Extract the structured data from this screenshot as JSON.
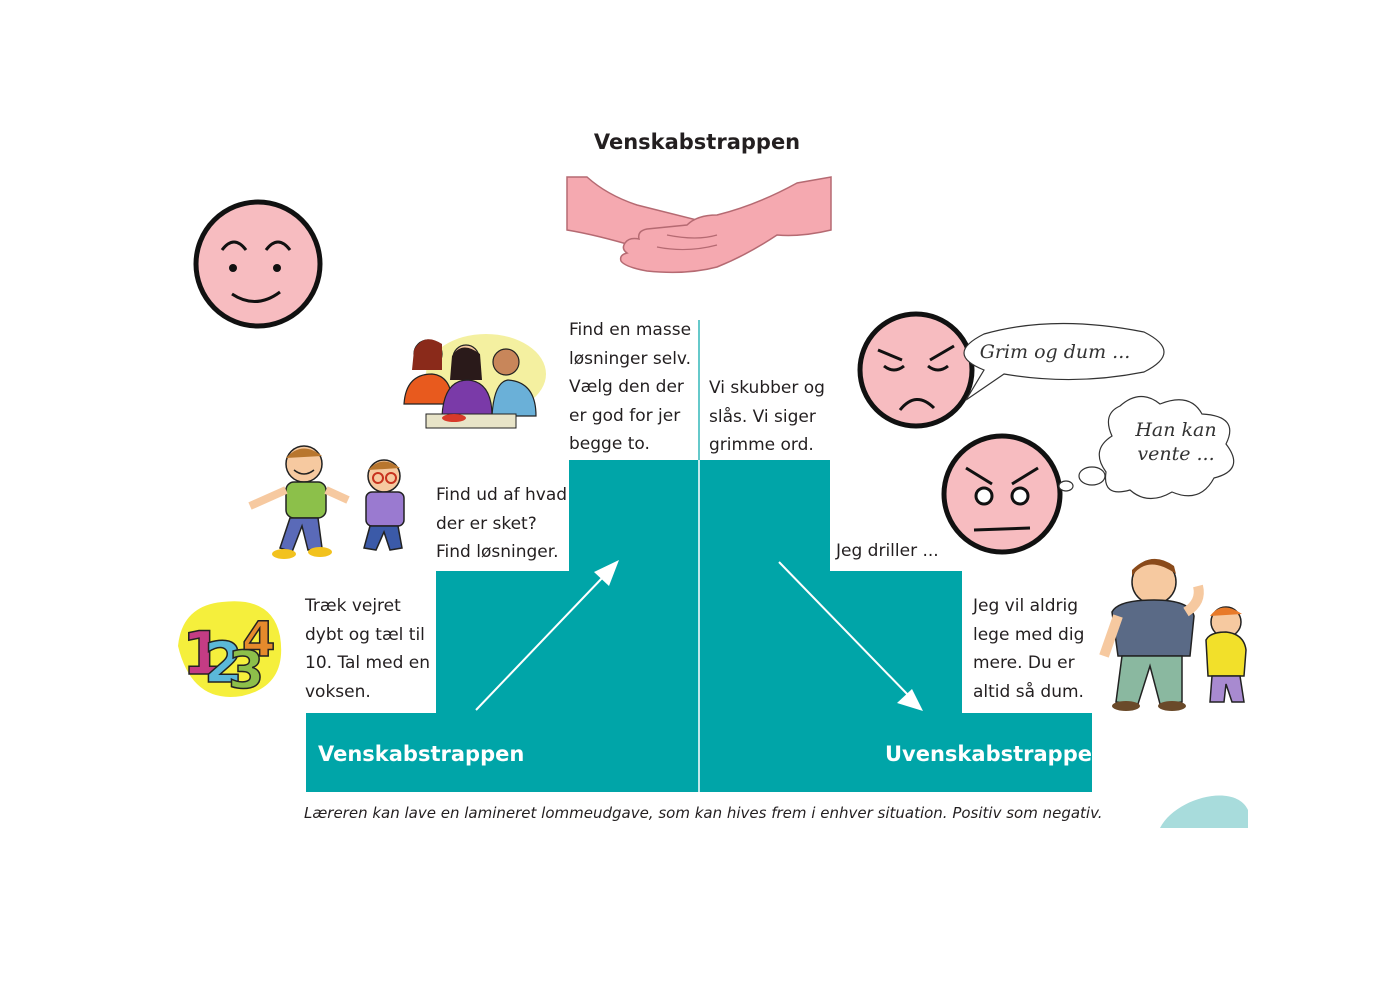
{
  "title": "Venskabstrappen",
  "friend_stairs": {
    "label": "Venskabstrappen",
    "steps": [
      "Træk vejret\ndybt og tæl til\n10. Tal med en\nvoksen.",
      "Find ud af hvad\nder er sket?\nFind løsninger.",
      "Find en masse\nløsninger selv.\nVælg den der\ner god for jer\nbegge to."
    ]
  },
  "unfriend_stairs": {
    "label": "Uvenskabstrappen",
    "steps": [
      "Vi skubber og\nslås. Vi siger\ngrimme ord.",
      "Jeg driller ...",
      "Jeg vil aldrig\nlege med dig\nmere. Du er\naltid så dum."
    ]
  },
  "bubbles": {
    "speech": "Grim og dum ...",
    "thought": "Han kan\nvente ..."
  },
  "caption": "Læreren kan lave en lamineret lommeudgave, som kan hives frem i enhver situation. Positiv som negativ.",
  "colors": {
    "stairs": "#00a5a8",
    "face": "#f7bcc0",
    "hand": "#f5a9b0",
    "accent_blob": "#a8dcdc"
  },
  "icons": [
    "smiley-face-icon",
    "handshake-icon",
    "angry-face-icon",
    "furious-face-icon",
    "numbers-icon",
    "children-icon",
    "kids-eating-icon",
    "bully-icon"
  ]
}
